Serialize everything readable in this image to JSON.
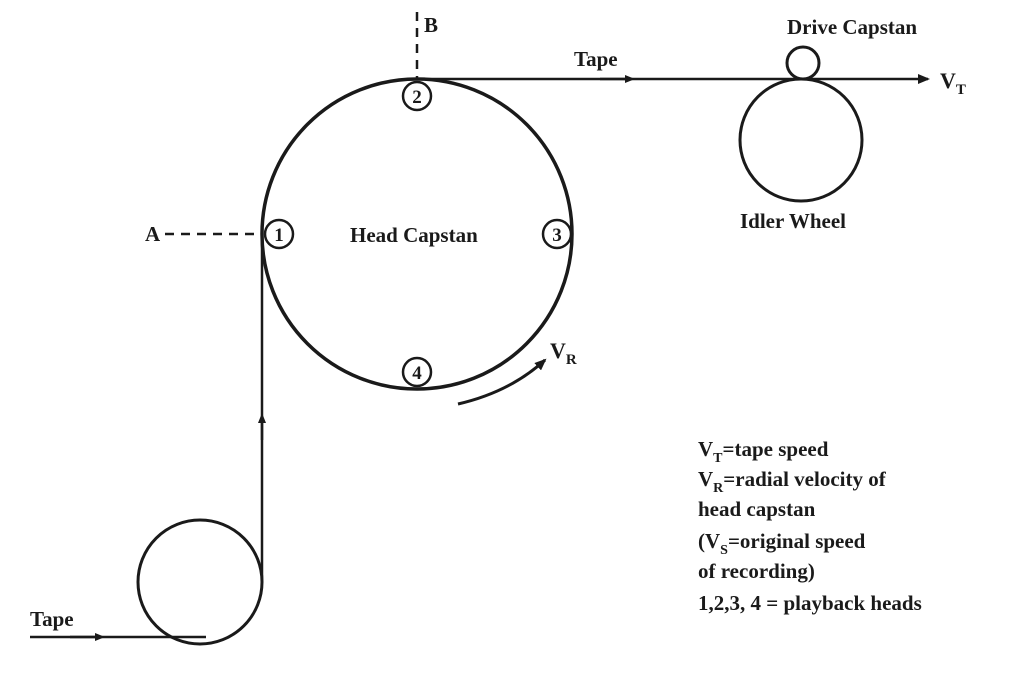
{
  "labels": {
    "tape_top": "Tape",
    "tape_bottom": "Tape",
    "drive_capstan": "Drive Capstan",
    "idler_wheel": "Idler Wheel",
    "head_capstan": "Head Capstan",
    "point_a": "A",
    "point_b": "B",
    "vt_main": "V",
    "vt_sub": "T",
    "vr_main": "V",
    "vr_sub": "R"
  },
  "heads": [
    "1",
    "2",
    "3",
    "4"
  ],
  "legend": {
    "line1_v": "V",
    "line1_sub": "T",
    "line1_rest": "=tape speed",
    "line2_v": "V",
    "line2_sub": "R",
    "line2_rest": "=radial velocity of",
    "line3": "head capstan",
    "line4_open": "(V",
    "line4_sub": "S",
    "line4_rest": "=original speed",
    "line5": "of recording)",
    "line6": "1,2,3, 4 = playback heads"
  },
  "colors": {
    "ink": "#1a1a1a",
    "background": "#ffffff"
  }
}
